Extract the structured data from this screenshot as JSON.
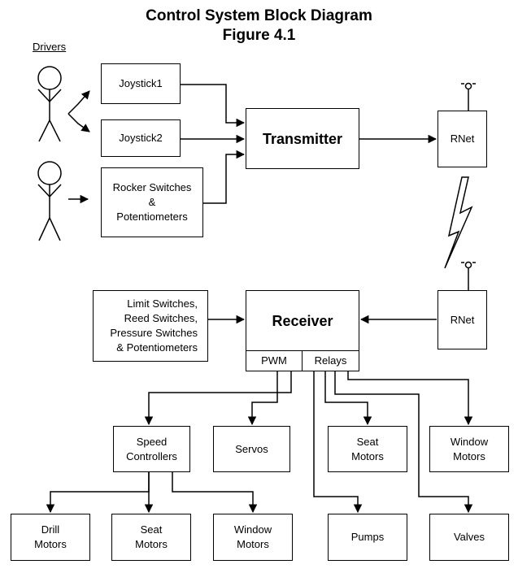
{
  "title": {
    "line1": "Control System Block Diagram",
    "line2": "Figure 4.1"
  },
  "drivers_label": "Drivers",
  "blocks": {
    "joystick1": "Joystick1",
    "joystick2": "Joystick2",
    "rocker": "Rocker Switches\n&\nPotentiometers",
    "transmitter": "Transmitter",
    "rnet_top": "RNet",
    "rnet_bottom": "RNet",
    "receiver": "Receiver",
    "pwm": "PWM",
    "relays": "Relays",
    "sensors": "Limit Switches,\nReed Switches,\nPressure Switches\n& Potentiometers",
    "speed_controllers": "Speed\nControllers",
    "servos": "Servos",
    "seat_motors_relay": "Seat\nMotors",
    "window_motors_relay": "Window\nMotors",
    "drill_motors": "Drill\nMotors",
    "seat_motors_speed": "Seat\nMotors",
    "window_motors_speed": "Window\nMotors",
    "pumps": "Pumps",
    "valves": "Valves"
  }
}
